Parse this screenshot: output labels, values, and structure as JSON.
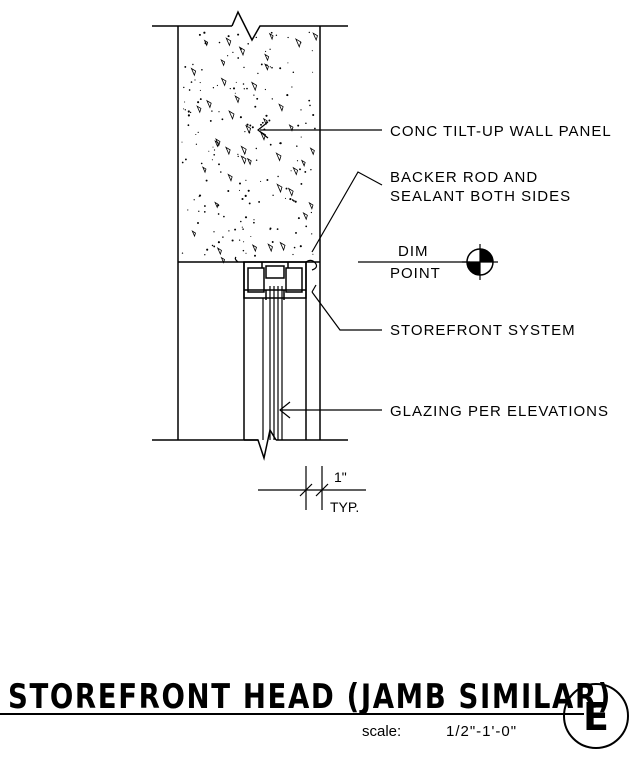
{
  "detail": {
    "callouts": {
      "wall_panel": "CONC TILT-UP WALL PANEL",
      "backer_rod_line1": "BACKER ROD AND",
      "backer_rod_line2": "SEALANT BOTH SIDES",
      "dim_point_line1": "DIM",
      "dim_point_line2": "POINT",
      "storefront": "STOREFRONT SYSTEM",
      "glazing": "GLAZING PER ELEVATIONS"
    },
    "dimension": {
      "value": "1\"",
      "note": "TYP."
    }
  },
  "title_block": {
    "title": "STOREFRONT HEAD (JAMB SIMILAR)",
    "scale_label": "scale:",
    "scale_value": "1/2\"-1'-0\"",
    "detail_letter": "E"
  }
}
